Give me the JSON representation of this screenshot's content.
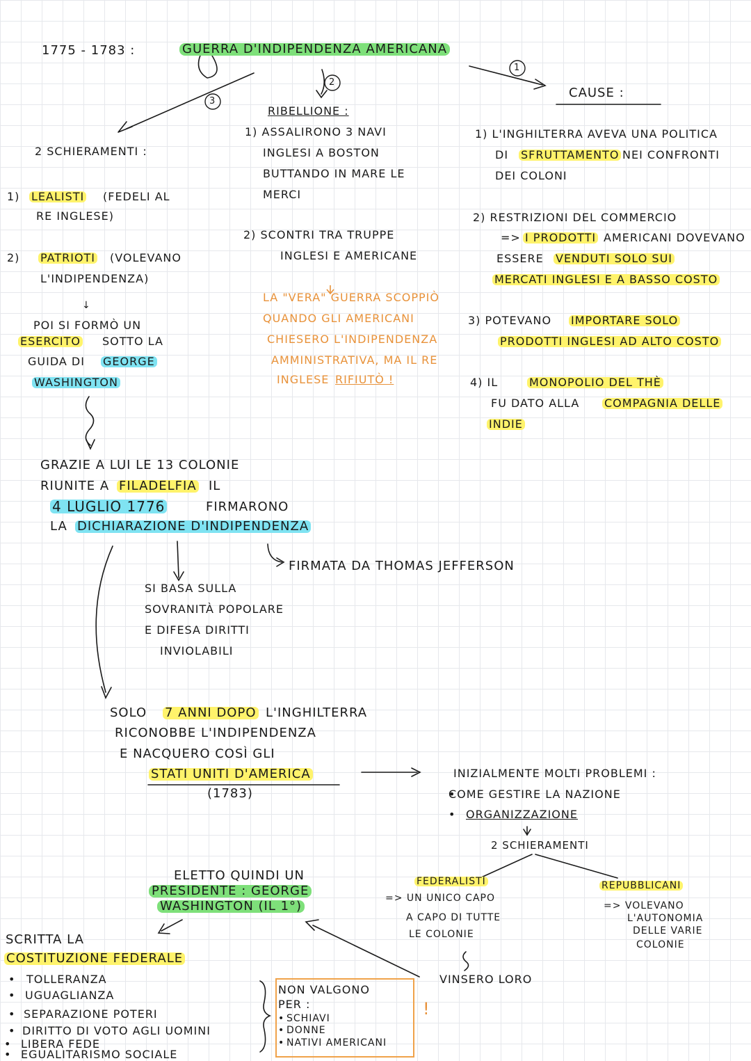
{
  "header": {
    "dates": "1775 - 1783 :",
    "title": "GUERRA D'INDIPENDENZA AMERICANA"
  },
  "markers": {
    "one": "1",
    "two": "2",
    "three": "3"
  },
  "left_branch": {
    "heading": "2 SCHIERAMENTI :",
    "item1_num": "1)",
    "item1_hl": "LEALISTI",
    "item1_rest": "(FEDELI AL",
    "item1_line2": "RE INGLESE)",
    "item2_num": "2)",
    "item2_hl": "PATRIOTI",
    "item2_rest": "(VOLEVANO",
    "item2_line2": "L'INDIPENDENZA)",
    "army_line1": "POI SI FORMÒ UN",
    "army_hl": "ESERCITO",
    "army_line2": "SOTTO LA",
    "army_line3": "GUIDA DI",
    "army_name1": "GEORGE",
    "army_name2": "WASHINGTON"
  },
  "middle_branch": {
    "heading": "RIBELLIONE :",
    "p1": [
      "1) ASSALIRONO 3 NAVI",
      "INGLESI A BOSTON",
      "BUTTANDO IN MARE LE",
      "MERCI"
    ],
    "p2": [
      "2) SCONTRI TRA TRUPPE",
      "INGLESI E AMERICANE"
    ],
    "note": [
      "LA \"VERA\" GUERRA SCOPPIÒ",
      "QUANDO GLI AMERICANI",
      "CHIESERO L'INDIPENDENZA",
      "AMMINISTRATIVA, MA IL RE"
    ],
    "note_last_a": "INGLESE",
    "note_last_b": "RIFIUTÒ !"
  },
  "causes": {
    "heading": "CAUSE :",
    "c1_line1": "1) L'INGHILTERRA AVEVA UNA POLITICA",
    "c1_pre": "DI",
    "c1_hl": "SFRUTTAMENTO",
    "c1_post": "NEI CONFRONTI",
    "c1_line3": "DEI COLONI",
    "c2_line1": "2) RESTRIZIONI DEL COMMERCIO",
    "c2_pre": "=> ",
    "c2_hl": "I PRODOTTI",
    "c2_post": "AMERICANI DOVEVANO",
    "c2_line3_a": "ESSERE",
    "c2_line3_hl": "VENDUTI SOLO SUI",
    "c2_line4": "MERCATI INGLESI E A BASSO COSTO",
    "c3_pre": "3) POTEVANO",
    "c3_hl": "IMPORTARE SOLO",
    "c3_line2": "PRODOTTI INGLESI AD ALTO COSTO",
    "c4_pre": "4) IL",
    "c4_hl": "MONOPOLIO DEL THÈ",
    "c4_line2_a": "FU DATO ALLA",
    "c4_line2_hl": "COMPAGNIA DELLE",
    "c4_line3_hl": "INDIE"
  },
  "declaration": {
    "line1": "GRAZIE A LUI LE 13 COLONIE",
    "line2_a": "RIUNITE A",
    "line2_hl": "FILADELFIA",
    "line2_b": "IL",
    "date_hl": "4 LUGLIO 1776",
    "line3_b": "FIRMARONO",
    "line4_a": "LA",
    "line4_hl": "DICHIARAZIONE D'INDIPENDENZA",
    "signed_by": "FIRMATA DA THOMAS JEFFERSON",
    "basis": [
      "SI BASA SULLA",
      "SOVRANITÀ POPOLARE",
      "E DIFESA DIRITTI",
      "INVIOLABILI"
    ]
  },
  "recognition": {
    "line1_a": "SOLO",
    "line1_hl": "7 ANNI DOPO",
    "line1_b": "L'INGHILTERRA",
    "line2": "RICONOBBE L'INDIPENDENZA",
    "line3": "E NACQUERO COSÌ GLI",
    "usa_hl": "STATI UNITI D'AMERICA",
    "year": "(1783)"
  },
  "problems": {
    "heading": "INIZIALMENTE MOLTI PROBLEMI :",
    "item1": "COME GESTIRE LA NAZIONE",
    "item2": "ORGANIZZAZIONE",
    "factions": "2 SCHIERAMENTI",
    "fed_hl": "FEDERALISTI",
    "fed_lines": [
      "=> UN UNICO CAPO",
      "A CAPO DI TUTTE",
      "LE COLONIE"
    ],
    "fed_won": "VINSERO LORO",
    "rep_hl": "REPUBBLICANI",
    "rep_lines": [
      "=> VOLEVANO",
      "L'AUTONOMIA",
      "DELLE VARIE",
      "COLONIE"
    ]
  },
  "president": {
    "line1": "ELETTO QUINDI UN",
    "line2_hl": "PRESIDENTE : GEORGE",
    "line3_hl": "WASHINGTON (IL 1°)"
  },
  "constitution": {
    "line1": "SCRITTA LA",
    "title_hl": "COSTITUZIONE FEDERALE",
    "bullets": [
      "TOLLERANZA",
      "UGUAGLIANZA",
      "SEPARAZIONE POTERI",
      "DIRITTO DI VOTO AGLI UOMINI",
      "LIBERA FEDE",
      "EGUALITARISMO SOCIALE"
    ],
    "box_title": [
      "NON VALGONO",
      "PER :"
    ],
    "box_items": [
      "SCHIAVI",
      "DONNE",
      "NATIVI AMERICANI"
    ],
    "exclaim": "!"
  }
}
